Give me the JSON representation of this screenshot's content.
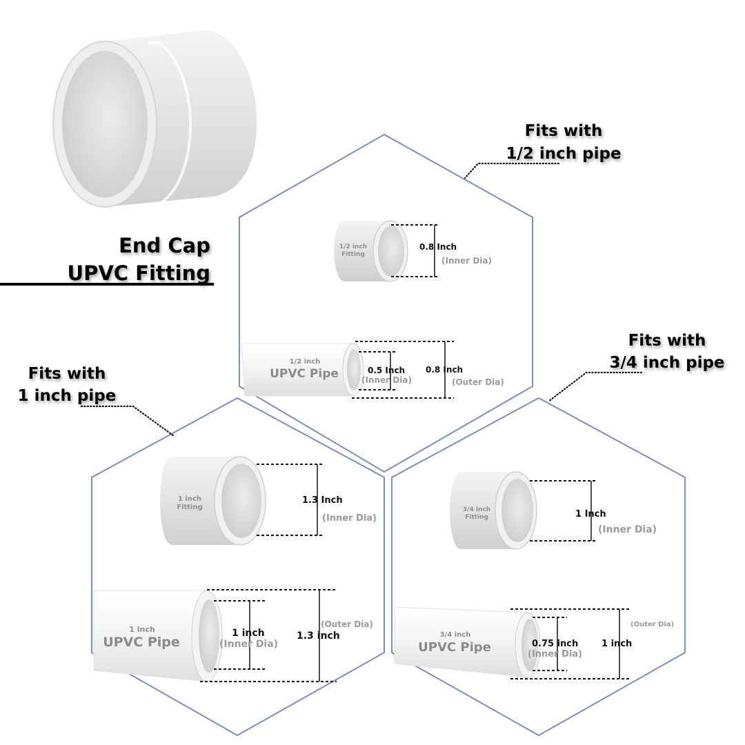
{
  "title": {
    "line1": "End Cap",
    "line2": "UPVC Fitting"
  },
  "half_inch": {
    "heading_line1": "Fits with",
    "heading_line2": "1/2 inch pipe",
    "fitting_label_line1": "1/2 inch",
    "fitting_label_line2": "Fitting",
    "fitting_inner_value": "0.8 Inch",
    "fitting_inner_label": "(Inner Dia)",
    "pipe_label_line1": "1/2 inch",
    "pipe_label_line2": "UPVC Pipe",
    "pipe_inner_value": "0.5 Inch",
    "pipe_inner_label": "(Inner Dia)",
    "pipe_outer_value": "0.8 Inch",
    "pipe_outer_label": "(Outer Dia)"
  },
  "three_quarter": {
    "heading_line1": "Fits with",
    "heading_line2": "3/4 inch pipe",
    "fitting_label_line1": "3/4 inch",
    "fitting_label_line2": "Fitting",
    "fitting_inner_value": "1 Inch",
    "fitting_inner_label": "(Inner Dia)",
    "pipe_label_line1": "3/4 inch",
    "pipe_label_line2": "UPVC Pipe",
    "pipe_inner_value": "0.75 inch",
    "pipe_inner_label": "(Inner Dia)",
    "pipe_outer_value": "1 inch",
    "pipe_outer_label": "(Outer Dia)"
  },
  "one_inch": {
    "heading_line1": "Fits with",
    "heading_line2": "1 inch pipe",
    "fitting_label_line1": "1 inch",
    "fitting_label_line2": "Fitting",
    "fitting_inner_value": "1.3 Inch",
    "fitting_inner_label": "(Inner Dia)",
    "pipe_label_line1": "1 inch",
    "pipe_label_line2": "UPVC Pipe",
    "pipe_inner_value": "1 inch",
    "pipe_inner_label": "(Inner Dia)",
    "pipe_outer_value": "1.3 inch",
    "pipe_outer_label": "(Outer Dia)"
  },
  "colors": {
    "hexagon_stroke": "#7d8fb6",
    "pvc_white": "#f2f2f2",
    "pvc_shade": "#d4d4d4",
    "label_gray": "#9a9a9a"
  }
}
